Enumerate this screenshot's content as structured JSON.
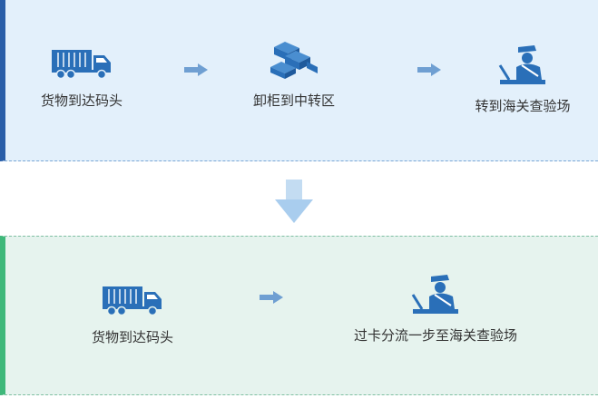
{
  "flow_current": {
    "steps": [
      {
        "label": "货物到达码头",
        "icon": "truck-icon"
      },
      {
        "label": "卸柜到中转区",
        "icon": "container-stack-icon"
      },
      {
        "label": "转到海关查验场",
        "icon": "customs-officer-icon"
      }
    ]
  },
  "flow_new": {
    "steps": [
      {
        "label": "货物到达码头",
        "icon": "truck-icon"
      },
      {
        "label": "过卡分流一步至海关查验场",
        "icon": "customs-officer-icon"
      }
    ]
  },
  "colors": {
    "icon_blue": "#2a6fb8",
    "arrow_blue": "#6f9fd2",
    "top_panel_bg": "#e3f0fb",
    "top_panel_accent": "#2a5ea8",
    "bottom_panel_bg": "#e6f3ee",
    "bottom_panel_accent": "#3fb87a",
    "down_arrow": "#a9cdee"
  }
}
